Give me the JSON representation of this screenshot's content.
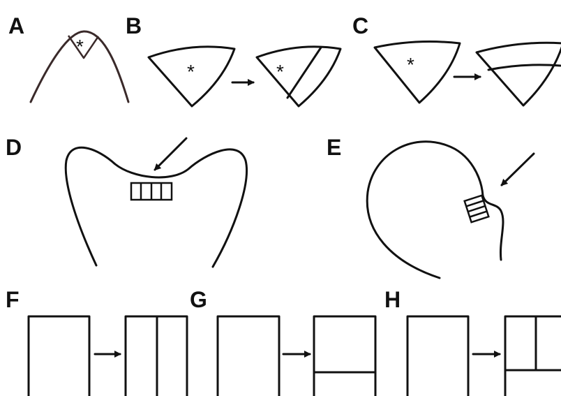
{
  "panels": {
    "a": "A",
    "b": "B",
    "c": "C",
    "d": "D",
    "e": "E",
    "f": "F",
    "g": "G",
    "h": "H"
  },
  "marker": "*",
  "colors": {
    "stroke": "#111111",
    "apex": "#3a2a2a",
    "background": "#ffffff"
  }
}
